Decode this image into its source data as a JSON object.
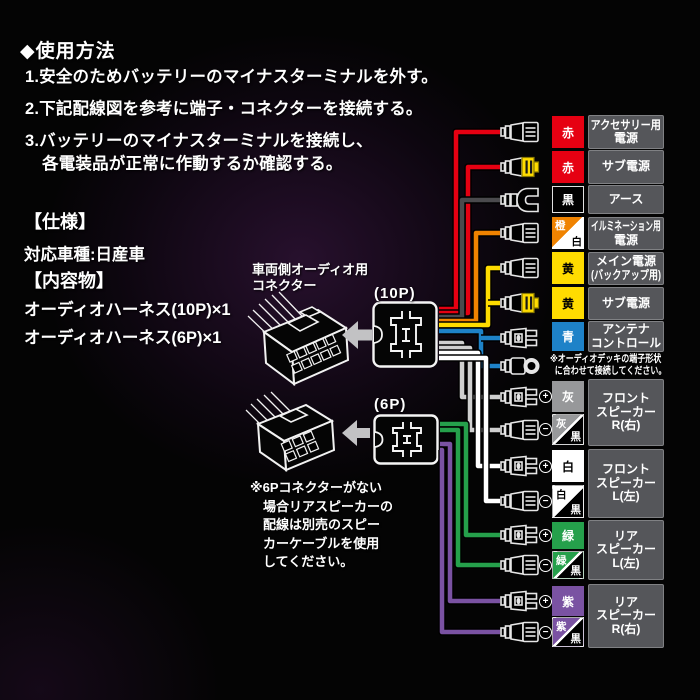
{
  "instructions": {
    "title": "◆使用方法",
    "steps": [
      "1.安全のためバッテリーのマイナスターミナルを外す。",
      "2.下記配線図を参考に端子・コネクターを接続する。",
      "3.バッテリーのマイナスターミナルを接続し、",
      "各電装品が正常に作動するか確認する。"
    ]
  },
  "specs": {
    "heading": "【仕様】",
    "vehicle": "対応車種:日産車",
    "contents_heading": "【内容物】",
    "contents": [
      "オーディオハーネス(10P)×1",
      "オーディオハーネス(6P)×1"
    ]
  },
  "diagram": {
    "vehicle_connector_label": [
      "車両側オーディオ用",
      "コネクター"
    ],
    "connector_10p_label": "(10P)",
    "connector_6p_label": "(6P)",
    "note_6p": [
      "※6Pコネクターがない",
      "場合リアスピーカーの",
      "配線は別売のスピー",
      "カーケーブルを使用",
      "してください。"
    ],
    "note_terminal": [
      "※オーディオデッキの端子形状",
      "に合わせて接続してください。"
    ]
  },
  "legend": {
    "rows": [
      {
        "label": [
          "アクセサリー用",
          "電源"
        ],
        "swatches": [
          {
            "text": "赤",
            "bg": "red",
            "fg": "white"
          }
        ],
        "wire": "red",
        "terminals": [
          "female"
        ]
      },
      {
        "label": [
          "サブ電源"
        ],
        "swatches": [
          {
            "text": "赤",
            "bg": "red",
            "fg": "white"
          }
        ],
        "wire": "red",
        "terminals": [
          "bullet"
        ]
      },
      {
        "label": [
          "アース"
        ],
        "swatches": [
          {
            "text": "黒",
            "bg": "black",
            "fg": "white"
          }
        ],
        "wire": "wire_black",
        "terminals": [
          "fork"
        ]
      },
      {
        "label": [
          "イルミネーション用",
          "電源"
        ],
        "swatches": [
          {
            "text": "橙",
            "bg": "orange",
            "fg": "white",
            "text2": "白",
            "bg2": "white",
            "fg2": "black"
          }
        ],
        "wire": "orange",
        "terminals": [
          "female"
        ]
      },
      {
        "label": [
          "メイン電源",
          "(バックアップ用)"
        ],
        "swatches": [
          {
            "text": "黄",
            "bg": "yellow",
            "fg": "black"
          }
        ],
        "wire": "yellow",
        "terminals": [
          "female"
        ]
      },
      {
        "label": [
          "サブ電源"
        ],
        "swatches": [
          {
            "text": "黄",
            "bg": "yellow",
            "fg": "black"
          }
        ],
        "wire": "yellow",
        "terminals": [
          "bullet"
        ]
      },
      {
        "label": [
          "アンテナ",
          "コントロール"
        ],
        "swatches": [
          {
            "text": "青",
            "bg": "blue",
            "fg": "white"
          }
        ],
        "wire": "blue",
        "terminals": [
          "male",
          "ring"
        ]
      },
      {
        "label": [
          "フロント",
          "スピーカー",
          "R(右)"
        ],
        "swatches": [
          {
            "text": "灰",
            "bg": "gray",
            "fg": "white",
            "pol": "+"
          },
          {
            "text": "灰",
            "bg": "gray",
            "fg": "white",
            "text2": "黒",
            "bg2": "black",
            "fg2": "white",
            "pol": "−"
          }
        ],
        "wire": "wire_gray",
        "terminals": [
          "male",
          "female"
        ]
      },
      {
        "label": [
          "フロント",
          "スピーカー",
          "L(左)"
        ],
        "swatches": [
          {
            "text": "白",
            "bg": "white",
            "fg": "black",
            "pol": "+"
          },
          {
            "text": "白",
            "bg": "white",
            "fg": "black",
            "text2": "黒",
            "bg2": "black",
            "fg2": "white",
            "pol": "−"
          }
        ],
        "wire": "white",
        "terminals": [
          "male",
          "female"
        ]
      },
      {
        "label": [
          "リア",
          "スピーカー",
          "L(左)"
        ],
        "swatches": [
          {
            "text": "緑",
            "bg": "green",
            "fg": "white",
            "pol": "+"
          },
          {
            "text": "緑",
            "bg": "green",
            "fg": "white",
            "text2": "黒",
            "bg2": "black",
            "fg2": "white",
            "pol": "−"
          }
        ],
        "wire": "green",
        "terminals": [
          "male",
          "female"
        ]
      },
      {
        "label": [
          "リア",
          "スピーカー",
          "R(右)"
        ],
        "swatches": [
          {
            "text": "紫",
            "bg": "purple",
            "fg": "white",
            "pol": "+"
          },
          {
            "text": "紫",
            "bg": "purple",
            "fg": "white",
            "text2": "黒",
            "bg2": "black",
            "fg2": "white",
            "pol": "−"
          }
        ],
        "wire": "purple",
        "terminals": [
          "male",
          "female"
        ]
      }
    ]
  },
  "colors": {
    "red": "#e60012",
    "orange": "#f08300",
    "yellow": "#ffdc00",
    "blue": "#1e82c8",
    "gray": "#97989a",
    "green": "#25a04b",
    "purple": "#7a52a2",
    "white": "#ffffff",
    "black": "#000000",
    "wire_black": "#4a4a4d",
    "wire_gray": "#cfcfcf",
    "label_bg": "#55565a",
    "arrow": "#c2c2c4"
  }
}
